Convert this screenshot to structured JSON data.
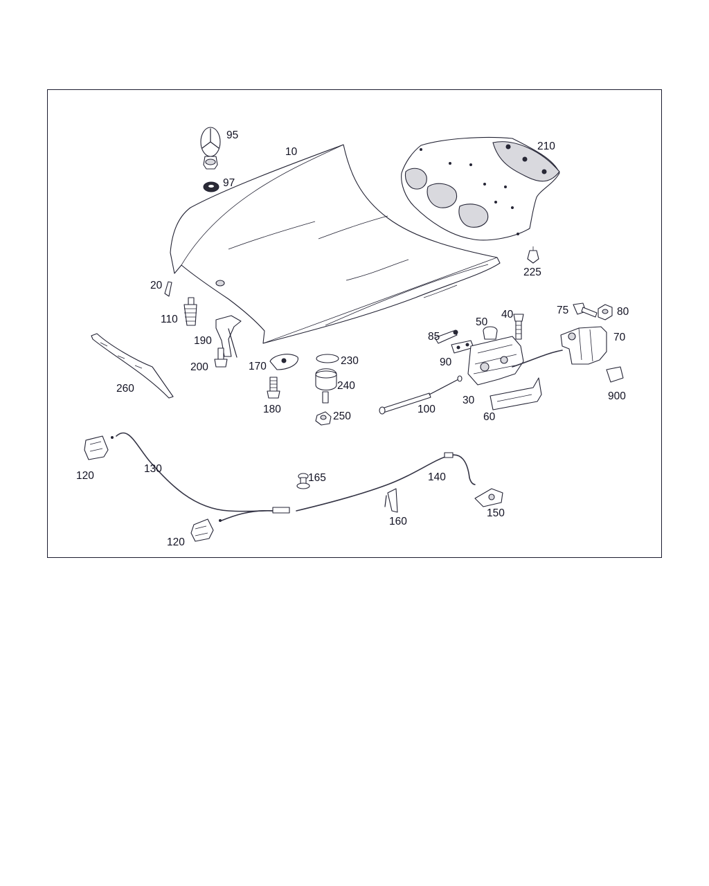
{
  "callouts": {
    "p10": "10",
    "p20": "20",
    "p30": "30",
    "p40": "40",
    "p50": "50",
    "p60": "60",
    "p70": "70",
    "p75": "75",
    "p80": "80",
    "p85": "85",
    "p90": "90",
    "p95": "95",
    "p97": "97",
    "p100": "100",
    "p110": "110",
    "p120a": "120",
    "p120b": "120",
    "p130": "130",
    "p140": "140",
    "p150": "150",
    "p160": "160",
    "p165": "165",
    "p170": "170",
    "p180": "180",
    "p190": "190",
    "p200": "200",
    "p210": "210",
    "p225": "225",
    "p230": "230",
    "p240": "240",
    "p250": "250",
    "p260": "260",
    "p900": "900"
  }
}
